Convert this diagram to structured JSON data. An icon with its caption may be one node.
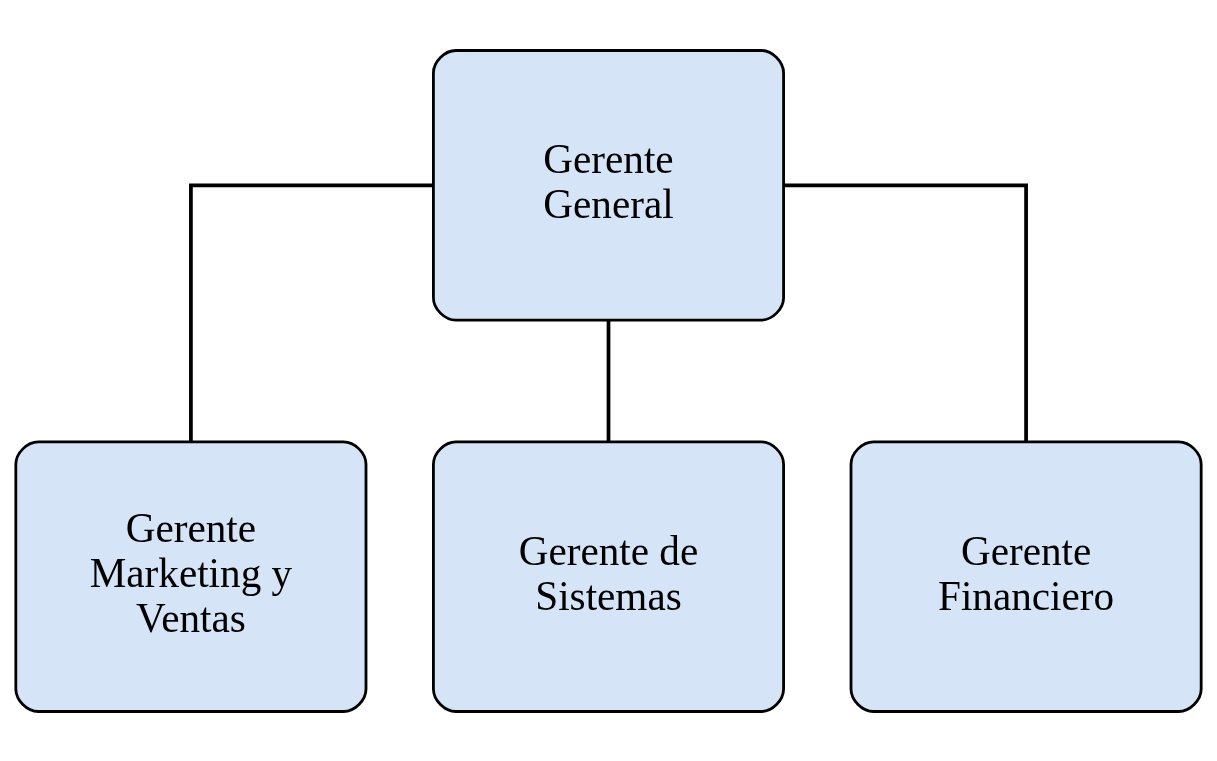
{
  "diagram": {
    "nodes": [
      {
        "text": [
          "Gerente General"
        ]
      },
      {
        "text": [
          "Gerente Marketing y Ventas"
        ]
      },
      {
        "text": [
          "Gerente de Sistemas"
        ]
      },
      {
        "text": [
          "Gerente Financiero"
        ]
      }
    ],
    "edges": [
      {
        "from": 0,
        "to": 1,
        "arrow": "none"
      },
      {
        "from": 0,
        "to": 2,
        "arrow": "none"
      },
      {
        "from": 0,
        "to": 3,
        "arrow": "none"
      }
    ]
  }
}
